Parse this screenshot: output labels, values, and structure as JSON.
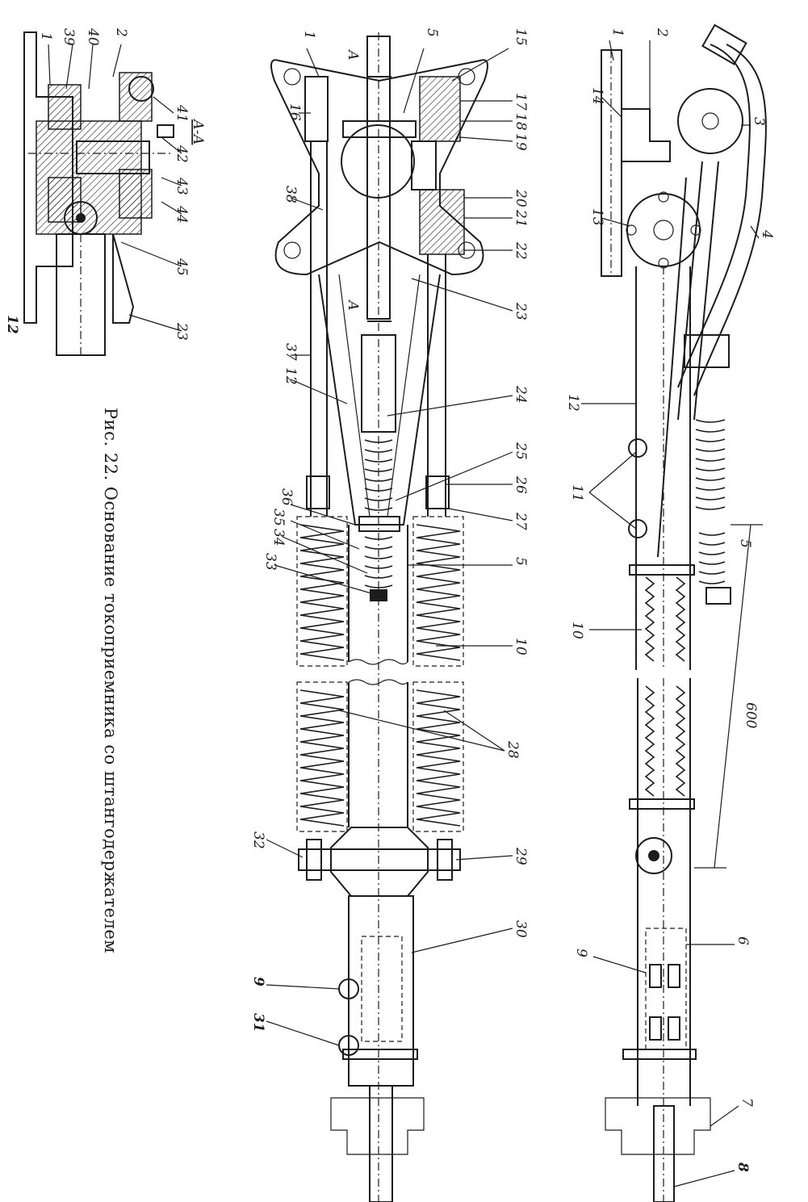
{
  "figure": {
    "caption": "Рис. 22. Основание токоприемника со штангодержателем",
    "section_label": "А-А",
    "cut_marker": "А",
    "dimension": "600"
  },
  "labels": {
    "right_view": [
      "1",
      "2",
      "3",
      "4",
      "14",
      "13",
      "12",
      "11",
      "5",
      "10",
      "6",
      "9",
      "7",
      "8"
    ],
    "middle_view": [
      "1",
      "16",
      "38",
      "37",
      "12",
      "36",
      "35",
      "34",
      "33",
      "32",
      "9",
      "31",
      "5",
      "15",
      "17",
      "18",
      "19",
      "20",
      "21",
      "22",
      "23",
      "24",
      "25",
      "26",
      "27",
      "5",
      "10",
      "28",
      "29",
      "30"
    ],
    "section_view": [
      "1",
      "39",
      "40",
      "2",
      "41",
      "42",
      "43",
      "44",
      "45",
      "23",
      "12"
    ]
  },
  "colors": {
    "ink": "#1c1c1c",
    "paper": "#ffffff"
  }
}
